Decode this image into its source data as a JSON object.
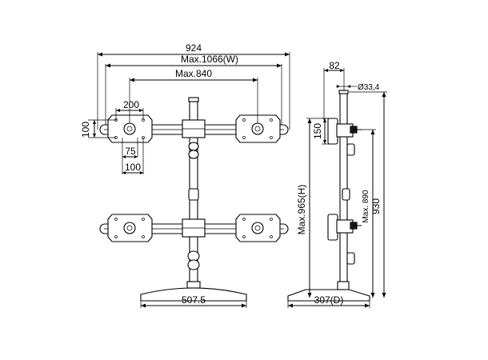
{
  "dimensions": {
    "overall_width": "924",
    "max_width": "Max.1066(W)",
    "max_arm_span": "Max.840",
    "vesa_width": "200",
    "vesa_height": "100",
    "vesa_small_75": "75",
    "vesa_small_100": "100",
    "base_width": "507.5",
    "side_offset": "82",
    "pole_diameter": "Ø33,4",
    "bracket_height": "150",
    "max_height": "Max.965(H)",
    "max_adjust_height": "Max. 890",
    "total_height": "930",
    "base_depth": "307(D)"
  }
}
